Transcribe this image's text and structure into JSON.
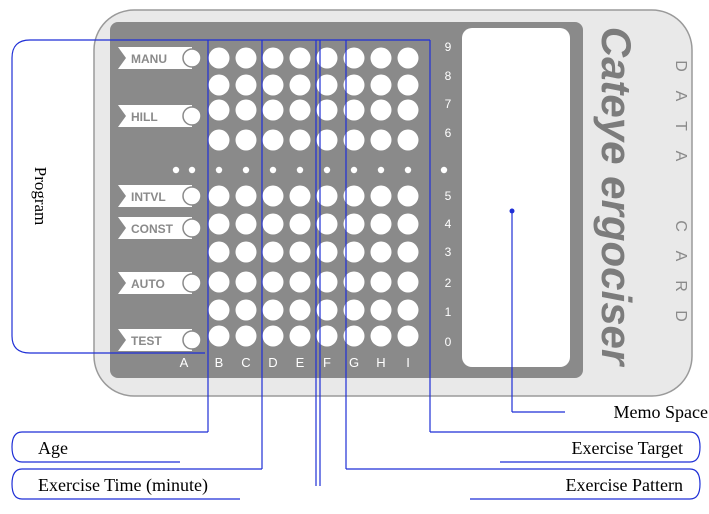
{
  "card": {
    "brand": "Cateye ergociser",
    "data_card_label": "DATA CARD",
    "program_buttons": [
      "MANU",
      "HILL",
      "INTVL",
      "CONST",
      "AUTO",
      "TEST"
    ],
    "columns": [
      "A",
      "B",
      "C",
      "D",
      "E",
      "F",
      "G",
      "H",
      "I"
    ],
    "level_numbers": [
      "9",
      "8",
      "7",
      "6",
      "5",
      "4",
      "3",
      "2",
      "1",
      "0"
    ]
  },
  "callouts": {
    "program": "Program",
    "age": "Age",
    "exercise_time": "Exercise Time (minute)",
    "exercise_target": "Exercise Target",
    "exercise_pattern": "Exercise Pattern",
    "memo_space": "Memo Space"
  },
  "colors": {
    "card_fill": "#e9e9e9",
    "panel_fill": "#8a8a8a",
    "dot_fill": "#ffffff",
    "callout_line": "#1f2fd6",
    "brand_text": "#7c7c7c"
  }
}
